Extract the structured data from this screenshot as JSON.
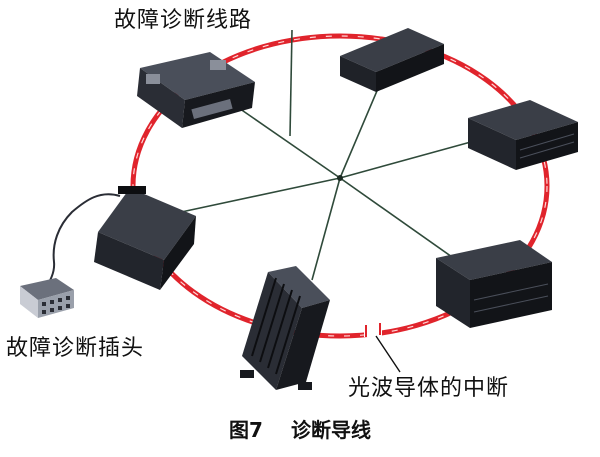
{
  "labels": {
    "diagnostic_line": "故障诊断线路",
    "diagnostic_plug": "故障诊断插头",
    "fiber_break": "光波导体的中断"
  },
  "caption": {
    "figure_number": "图7",
    "title": "诊断导线"
  },
  "colors": {
    "ring": "#e0242c",
    "ring_highlight": "#ffd6d6",
    "spoke": "#2f4a3a",
    "module_dark": "#17191e",
    "module_mid": "#2a2d35",
    "module_light": "#4a4f5a",
    "plug": "#c9ccd4"
  }
}
